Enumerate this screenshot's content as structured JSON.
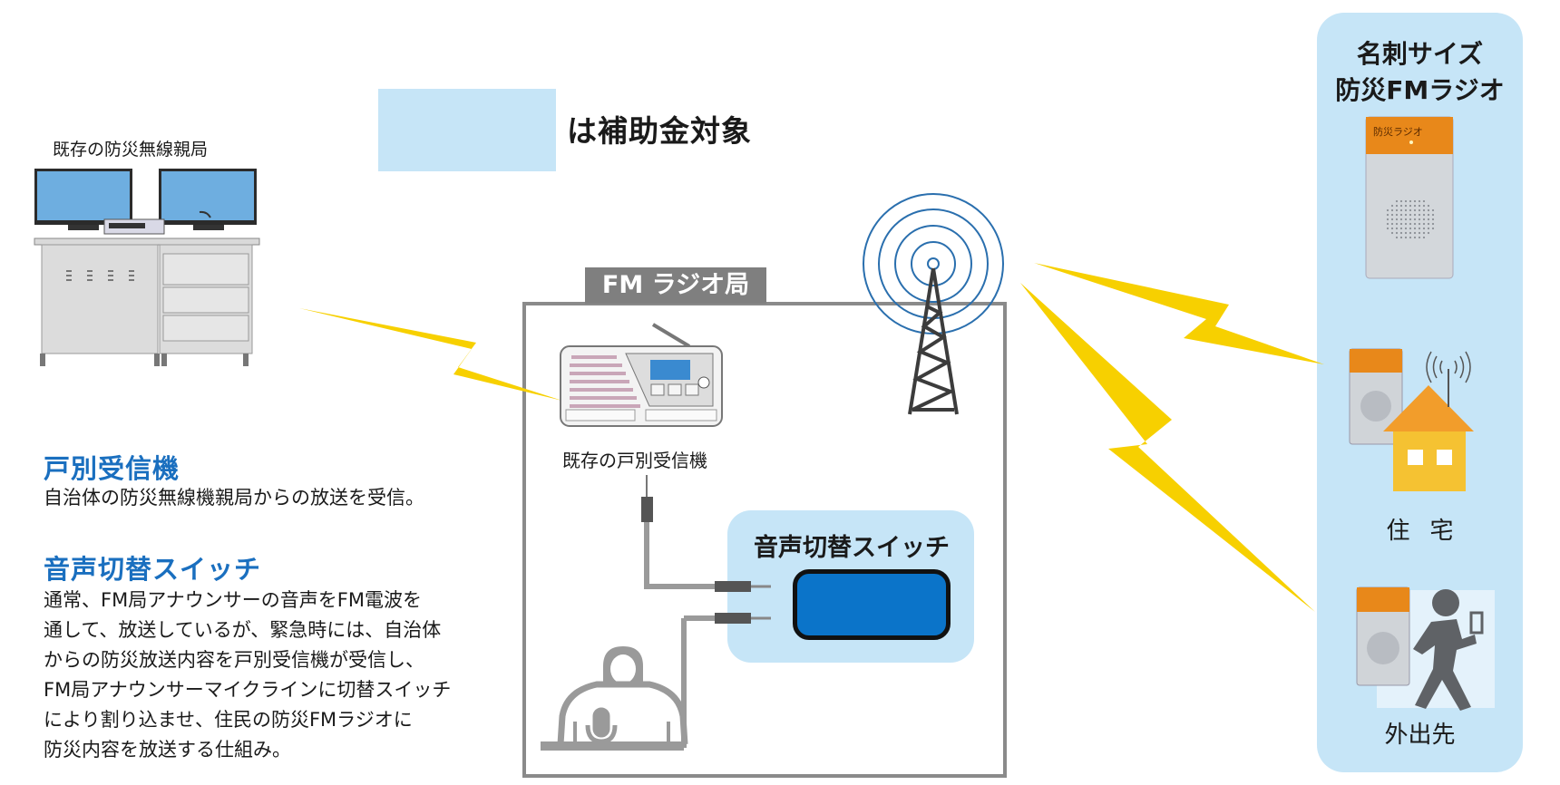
{
  "legend": {
    "swatch_color": "#c6e5f7",
    "text": "は補助金対象"
  },
  "headquarters": {
    "label": "既存の防災無線親局"
  },
  "descriptions": [
    {
      "heading": "戸別受信機",
      "lines": [
        "自治体の防災無線機親局からの放送を受信。"
      ]
    },
    {
      "heading": "音声切替スイッチ",
      "lines": [
        "通常、FM局アナウンサーの音声をFM電波を",
        "通して、放送しているが、緊急時には、自治体",
        "からの防災放送内容を戸別受信機が受信し、",
        "FM局アナウンサーマイクラインに切替スイッチ",
        "により割り込ませ、住民の防災FMラジオに",
        "防災内容を放送する仕組み。"
      ]
    }
  ],
  "fm_station": {
    "tab_label": "FM ラジオ局",
    "receiver_label": "既存の戸別受信機",
    "switch_label": "音声切替スイッチ"
  },
  "radio_card": {
    "title_line1": "名刺サイズ",
    "title_line2": "防災FMラジオ",
    "radio_brand": "防災ラジオ",
    "home_label": "住宅",
    "outside_label": "外出先"
  },
  "colors": {
    "accent_blue": "#1a6fbf",
    "bolt_yellow": "#f7d000",
    "station_gray": "#8a8a8a",
    "switch_blue": "#0b74c9",
    "radio_orange": "#e8881a",
    "house_yellow": "#f5c232",
    "house_roof": "#f29d2b"
  },
  "icons": [
    "lightning-bolt-icon",
    "radio-tower-icon",
    "announcer-icon",
    "microphone-icon",
    "house-icon",
    "walking-person-icon",
    "audio-plug-icon"
  ]
}
